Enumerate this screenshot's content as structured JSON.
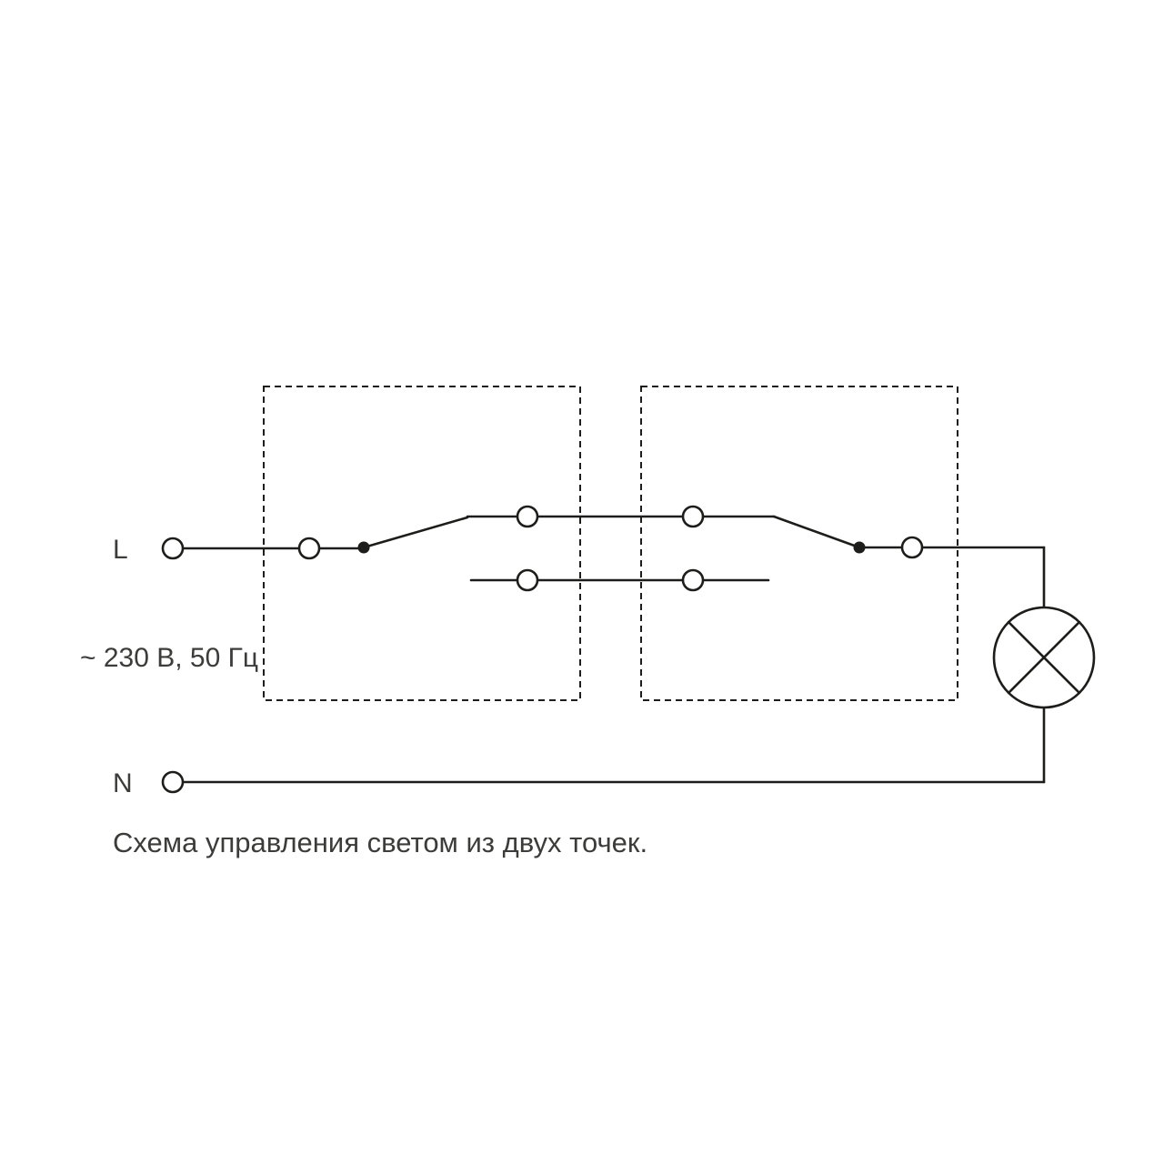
{
  "diagram": {
    "type": "circuit-schematic",
    "labels": {
      "live": "L",
      "neutral": "N",
      "voltage": "~ 230 В, 50 Гц",
      "caption": "Схема управления светом из двух точек."
    },
    "components": {
      "switch_left": "two-way-switch",
      "switch_right": "two-way-switch",
      "lamp": "lamp"
    },
    "colors": {
      "line": "#1d1d1b",
      "text": "#3c3c3b",
      "background": "#ffffff"
    }
  }
}
